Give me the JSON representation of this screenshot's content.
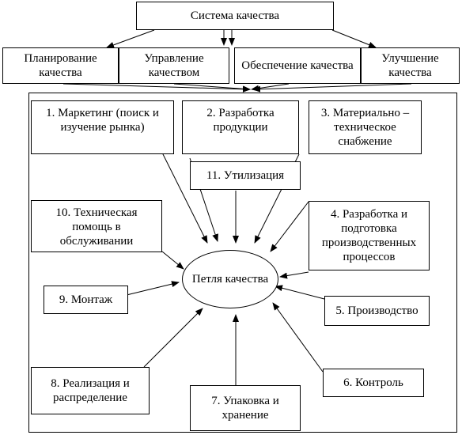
{
  "quality_system": {
    "title": "Система качества",
    "components": [
      "Планирование качества",
      "Управление качеством",
      "Обеспечение качества",
      "Улучшение качества"
    ]
  },
  "quality_loop": {
    "center": "Петля качества",
    "stages": [
      "1. Маркетинг (поиск и изучение рынка)",
      "2. Разработка продукции",
      "3. Материально – техническое снабжение",
      "4. Разработка и подготовка производственных процессов",
      "5. Производство",
      "6. Контроль",
      "7. Упаковка и хранение",
      "8. Реализация и распределение",
      "9. Монтаж",
      "10. Техническая помощь в обслуживании",
      "11. Утилизация"
    ]
  }
}
